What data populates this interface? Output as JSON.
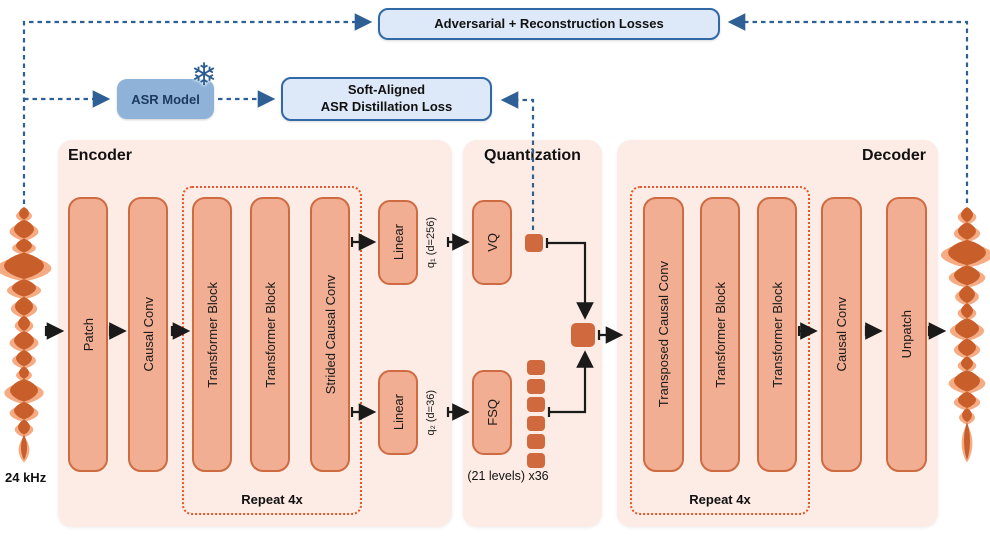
{
  "colors": {
    "blue_line": "#2e6096",
    "blue_box_fill": "#dde9f8",
    "blue_box_border": "#3068a8",
    "asr_fill": "#8fb2d9",
    "asr_text": "#1c3a5c",
    "panel_bg": "#fdece5",
    "block_fill": "#f1ae93",
    "block_border": "#cf6b41",
    "dotted_border": "#e2572b",
    "token_fill": "#d06a3e",
    "wave_dark": "#c85f2b",
    "wave_light": "#f5ab84"
  },
  "losses": {
    "adversarial": "Adversarial + Reconstruction Losses",
    "asr_model": "ASR Model",
    "snowflake_icon": "❄",
    "distillation_line1": "Soft-Aligned",
    "distillation_line2": "ASR Distillation Loss"
  },
  "encoder": {
    "title": "Encoder",
    "blocks": [
      "Patch",
      "Causal Conv"
    ],
    "repeat_group": {
      "blocks": [
        "Transformer Block",
        "Transformer Block",
        "Strided Causal Conv"
      ],
      "label": "Repeat 4x"
    },
    "heads": [
      {
        "label": "Linear",
        "sub": "q₁ (d=256)"
      },
      {
        "label": "Linear",
        "sub": "q₂ (d=36)"
      }
    ]
  },
  "quantization": {
    "title": "Quantization",
    "vq": "VQ",
    "fsq": "FSQ",
    "fsq_note": "(21 levels) x36"
  },
  "decoder": {
    "title": "Decoder",
    "repeat_group": {
      "blocks": [
        "Transposed Causal Conv",
        "Transformer Block",
        "Transformer Block"
      ],
      "label": "Repeat 4x"
    },
    "blocks": [
      "Causal Conv",
      "Unpatch"
    ]
  },
  "input": {
    "sample_rate": "24 kHz"
  }
}
